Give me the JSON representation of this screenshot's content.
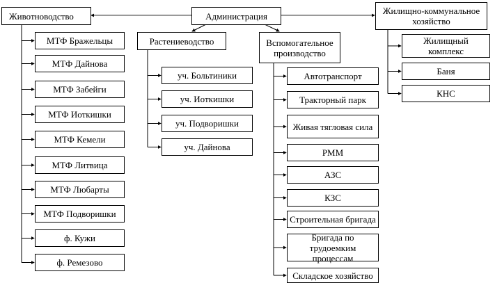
{
  "root": {
    "label": "Администрация"
  },
  "departments": {
    "livestock": {
      "label": "Животноводство",
      "items": [
        "МТФ Бражельцы",
        "МТФ Дайнова",
        "МТФ Забейги",
        "МТФ Иоткишки",
        "МТФ Кемели",
        "МТФ Литвица",
        "МТФ Любарты",
        "МТФ Подворишки",
        "ф. Кужи",
        "ф. Ремезово"
      ]
    },
    "crops": {
      "label": "Растениеводство",
      "items": [
        "уч. Больтиники",
        "уч. Иоткишки",
        "уч. Подворишки",
        "уч. Дайнова"
      ]
    },
    "auxiliary": {
      "label": "Вспомогательное производство",
      "items": [
        "Автотранспорт",
        "Тракторный парк",
        "Живая тягловая сила",
        "РММ",
        "АЗС",
        "КЗС",
        "Строительная бригада",
        "Бригада по трудоемким процессам",
        "Складское хозяйство"
      ]
    },
    "housing": {
      "label": "Жилищно-коммунальное хозяйство",
      "items": [
        "Жилищный комплекс",
        "Баня",
        "КНС"
      ]
    }
  }
}
